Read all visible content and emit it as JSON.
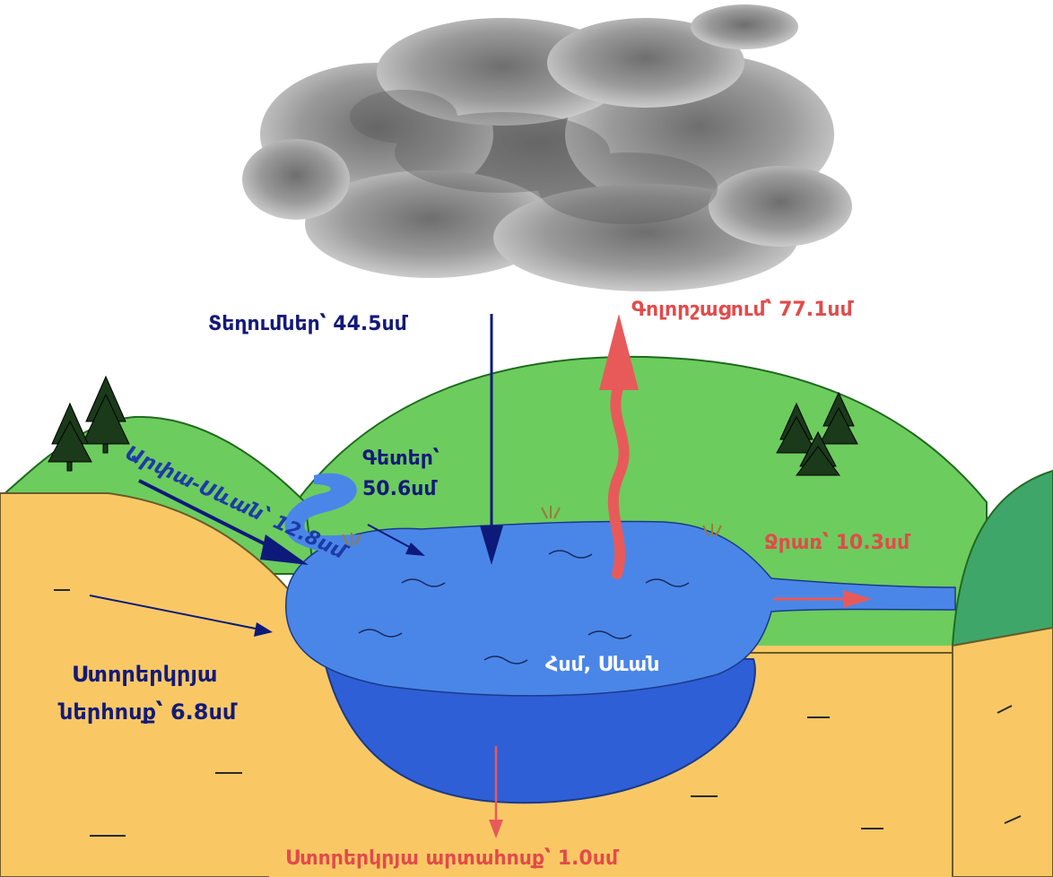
{
  "colors": {
    "sky": "#ffffff",
    "hill": "#6dcc5e",
    "hill_stroke": "#1f6b1f",
    "soil": "#f9c865",
    "lake_top": "#4a86e8",
    "lake_side": "#2f5fd6",
    "inflow_arrow": "#0d1a7a",
    "outflow_arrow": "#e85a5a",
    "dark_label": "#141a78",
    "red_label": "#e34a4a",
    "white_label": "#ffffff"
  },
  "labels": {
    "precipitation": "Տեղումներ՝ 44.5սմ",
    "evaporation": "Գոլորշացում՝ 77.1սմ",
    "rivers_line1": "Գետեր՝",
    "rivers_line2": "50.6սմ",
    "arpa_sevan": "Արփա-Սևան՝ 12.8սմ",
    "outflow": "Ջրառ՝ 10.3սմ",
    "groundwater_in_line1": "Ստորերկրյա",
    "groundwater_in_line2": "ներհոսք՝ 6.8սմ",
    "lake_name": "Հսմ, Սևան",
    "groundwater_out": "Ստորերկրյա արտահոսք՝ 1.0սմ"
  }
}
